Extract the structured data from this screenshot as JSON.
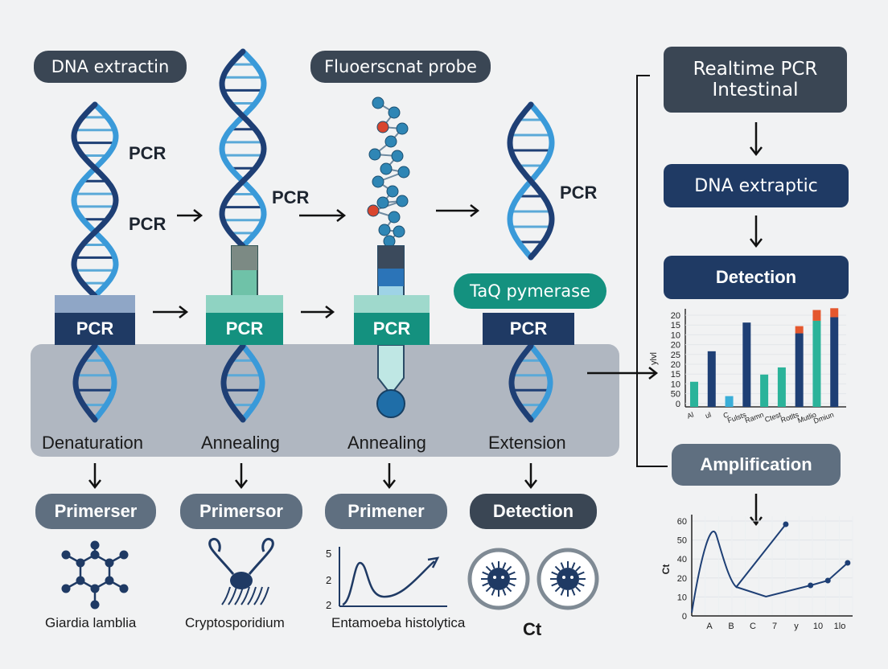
{
  "top_labels": {
    "dna_extraction": "DNA extractin",
    "fluorescent_probe": "Fluoerscnat probe",
    "taq_polymerase": "TaQ pymerase"
  },
  "pcr_labels": {
    "helix1_upper": "PCR",
    "helix1_lower": "PCR",
    "helix2": "PCR",
    "helix4": "PCR",
    "box1": "PCR",
    "box2": "PCR",
    "box3": "PCR",
    "box4": "PCR"
  },
  "steps": [
    "Denaturation",
    "Annealing",
    "Annealing",
    "Extension"
  ],
  "bottom_pills": [
    "Primerser",
    "Primersor",
    "Primener",
    "Detection"
  ],
  "organisms": [
    "Giardia lamblia",
    "Cryptosporidium",
    "Entamoeba histolytica",
    "Ct"
  ],
  "mini_curve_ticks": [
    "5",
    "2",
    "2"
  ],
  "flow": {
    "box1": "Realtime PCR\nIntestinal",
    "box1_line1": "Realtime PCR",
    "box1_line2": "Intestinal",
    "box2": "DNA extraptic",
    "box3": "Detection",
    "box4": "Amplification"
  },
  "colors": {
    "navy": "#1f3a64",
    "teal": "#14917f",
    "light_blue": "#3a9ad9",
    "dark_blue": "#1e3f75",
    "orange": "#e4572e",
    "green": "#2bb39a"
  },
  "chart_data": [
    {
      "type": "bar",
      "ylabel": "ylvl",
      "y_ticks": [
        "20",
        "15",
        "10",
        "20",
        "25",
        "20",
        "15",
        "10",
        "50",
        "0"
      ],
      "categories": [
        "Al",
        "ul",
        "C",
        "Fulsts",
        "Ramn",
        "Ctest",
        "Rotlts",
        "Mutlio",
        "Dmiun"
      ],
      "series": [
        {
          "values": [
            14,
            31,
            6,
            47,
            18,
            22,
            41,
            48,
            50
          ],
          "colors": [
            "#2bb39a",
            "#1e3f75",
            "#3aaed8",
            "#1e3f75",
            "#2bb39a",
            "#2bb39a",
            "#1e3f75",
            "#2bb39a",
            "#1e3f75"
          ]
        }
      ],
      "stacked_tops": [
        0,
        0,
        0,
        0,
        0,
        0,
        4,
        6,
        5
      ]
    },
    {
      "type": "line",
      "ylabel": "Ct",
      "y_ticks": [
        "60",
        "50",
        "40",
        "20",
        "10",
        "0"
      ],
      "x_ticks": [
        "A",
        "B",
        "C",
        "7",
        "y",
        "10",
        "1lo"
      ],
      "series": [
        {
          "values": [
            [
              0,
              2
            ],
            [
              1,
              50
            ],
            [
              1.8,
              18
            ],
            [
              3.8,
              57
            ]
          ]
        },
        {
          "values": [
            [
              1.8,
              18
            ],
            [
              3,
              12
            ],
            [
              4.8,
              19
            ],
            [
              5.5,
              22
            ],
            [
              6.3,
              33
            ]
          ]
        }
      ]
    }
  ]
}
